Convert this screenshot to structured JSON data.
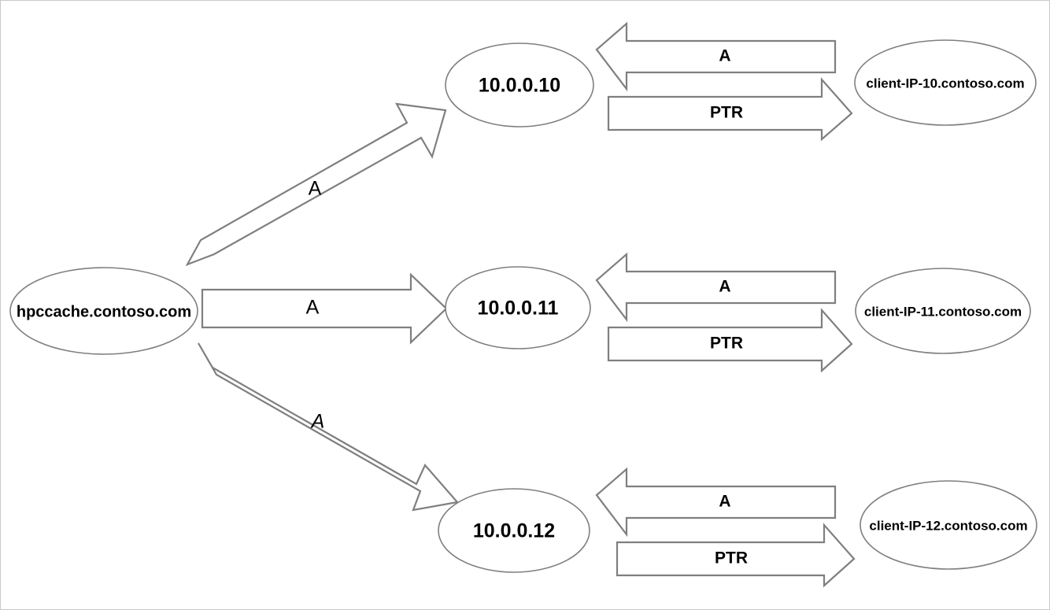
{
  "diagram": {
    "title": "DNS A and PTR record flow between HPC Cache and clients",
    "background_color": "#ffffff",
    "border_color": "#c9c9c9",
    "shape_stroke_color": "#7f7f7f",
    "text_color": "#000000"
  },
  "nodes": {
    "source": {
      "id": "hpccache",
      "label": "hpccache.contoso.com"
    },
    "addresses": [
      {
        "id": "ip-10",
        "label": "10.0.0.10"
      },
      {
        "id": "ip-11",
        "label": "10.0.0.11"
      },
      {
        "id": "ip-12",
        "label": "10.0.0.12"
      }
    ],
    "clients": [
      {
        "id": "client-10",
        "label": "client-IP-10.contoso.com"
      },
      {
        "id": "client-11",
        "label": "client-IP-11.contoso.com"
      },
      {
        "id": "client-12",
        "label": "client-IP-12.contoso.com"
      }
    ]
  },
  "edges": {
    "source_to_address": [
      {
        "id": "edge-a-top",
        "label": "A",
        "from": "hpccache",
        "to": "ip-10",
        "direction": "up-right",
        "style": "plain"
      },
      {
        "id": "edge-a-middle",
        "label": "A",
        "from": "hpccache",
        "to": "ip-11",
        "direction": "right",
        "style": "plain"
      },
      {
        "id": "edge-a-bottom",
        "label": "A",
        "from": "hpccache",
        "to": "ip-12",
        "direction": "down-right",
        "style": "italic"
      }
    ],
    "client_to_address": [
      {
        "id": "edge-a-client-10",
        "label": "A",
        "from": "client-10",
        "to": "ip-10",
        "direction": "left",
        "style": "bold"
      },
      {
        "id": "edge-a-client-11",
        "label": "A",
        "from": "client-11",
        "to": "ip-11",
        "direction": "left",
        "style": "bold"
      },
      {
        "id": "edge-a-client-12",
        "label": "A",
        "from": "client-12",
        "to": "ip-12",
        "direction": "left",
        "style": "bold"
      }
    ],
    "address_to_client": [
      {
        "id": "edge-ptr-10",
        "label": "PTR",
        "from": "ip-10",
        "to": "client-10",
        "direction": "right",
        "style": "bold"
      },
      {
        "id": "edge-ptr-11",
        "label": "PTR",
        "from": "ip-11",
        "to": "client-11",
        "direction": "right",
        "style": "bold"
      },
      {
        "id": "edge-ptr-12",
        "label": "PTR",
        "from": "ip-12",
        "to": "client-12",
        "direction": "right",
        "style": "bold"
      }
    ]
  }
}
